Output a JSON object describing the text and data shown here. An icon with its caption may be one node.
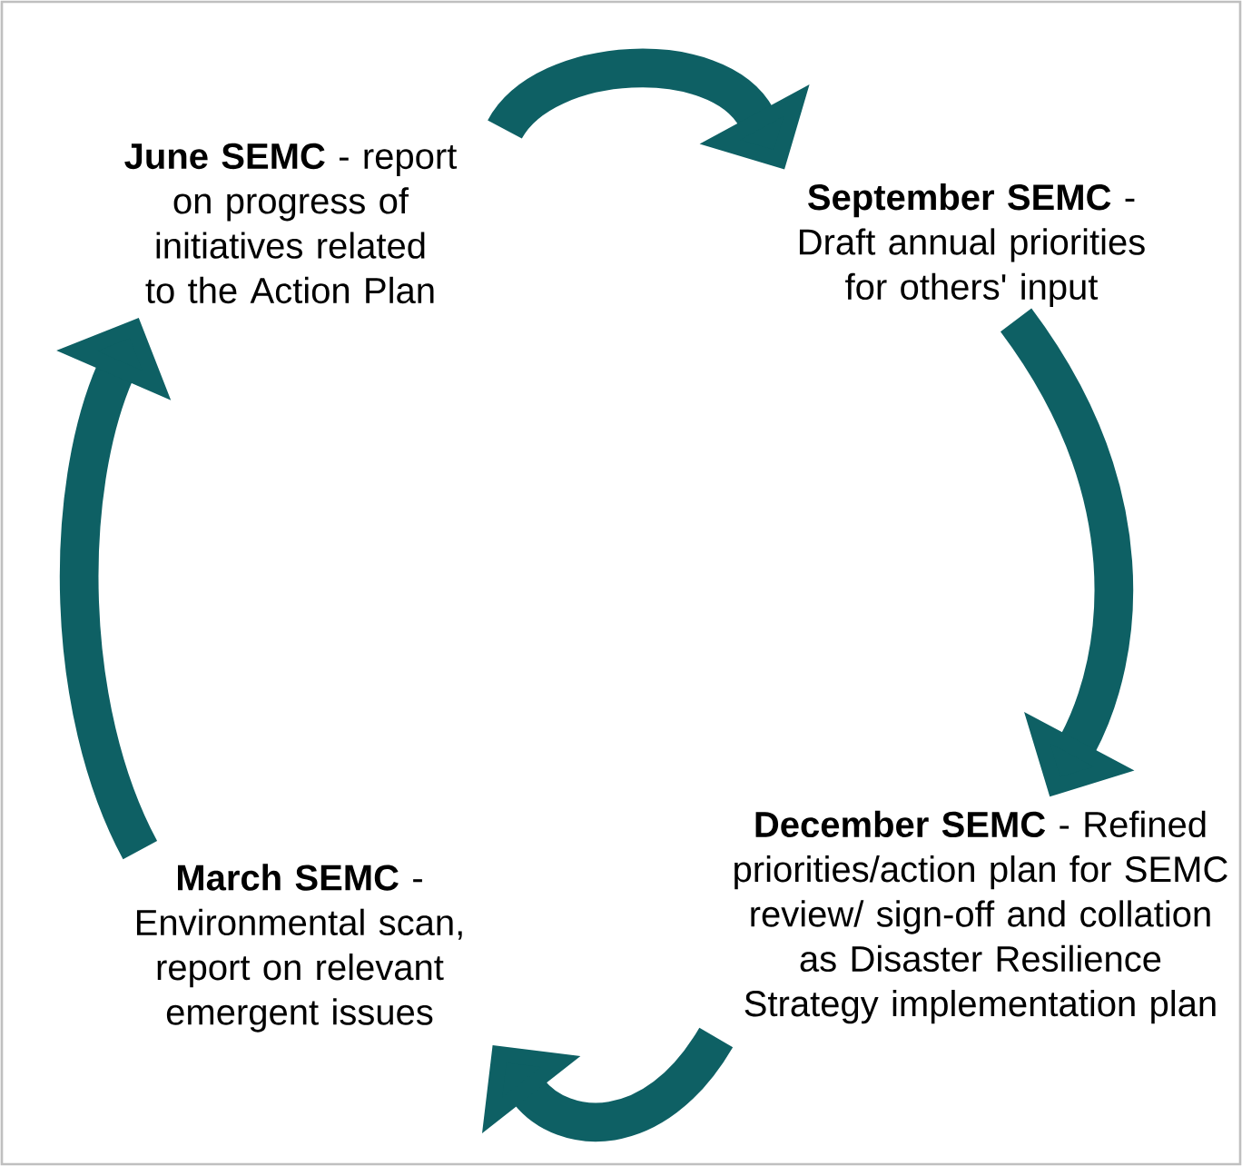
{
  "diagram": {
    "nodes": [
      {
        "text": [
          "**June SEMC** - report on progress of initiatives related to the Action Plan"
        ]
      },
      {
        "text": [
          "**September SEMC** - Draft annual priorities for others' input"
        ]
      },
      {
        "text": [
          "**December SEMC** - Refined priorities/action plan for SEMC review/ sign-off and collation as Disaster Resilience Strategy implementation plan"
        ]
      },
      {
        "text": [
          "**March SEMC** - Environmental scan, report on relevant emergent issues"
        ]
      }
    ],
    "edges": [
      {
        "from": 0,
        "to": 1,
        "arrow": "to"
      },
      {
        "from": 1,
        "to": 2,
        "arrow": "to"
      },
      {
        "from": 2,
        "to": 3,
        "arrow": "to"
      },
      {
        "from": 3,
        "to": 0,
        "arrow": "to"
      }
    ]
  }
}
